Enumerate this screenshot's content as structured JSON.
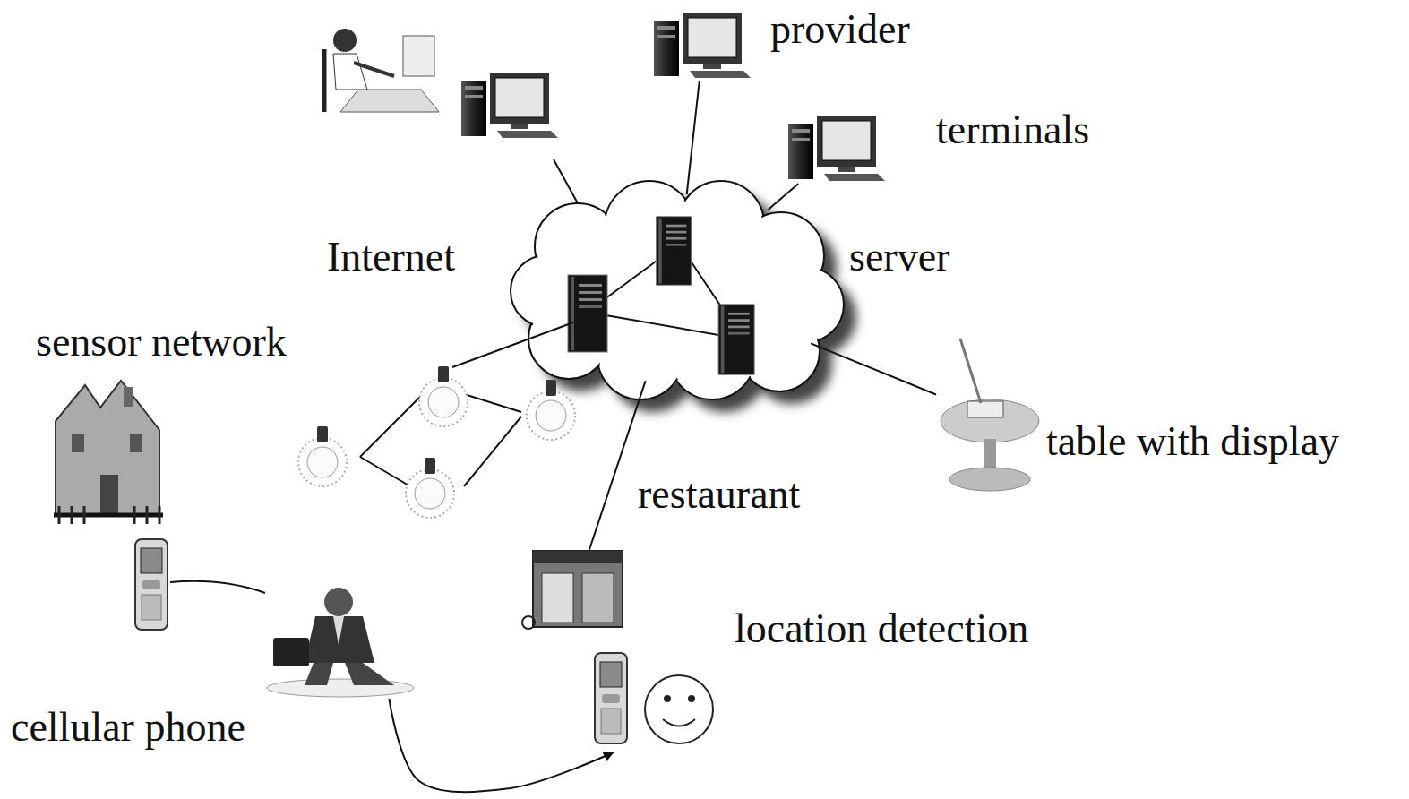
{
  "diagram": {
    "nodes": [
      {
        "text": [
          "provider"
        ]
      },
      {
        "text": [
          "terminals"
        ]
      },
      {
        "text": [
          "Internet",
          "server"
        ]
      },
      {
        "text": [
          "sensor network"
        ]
      },
      {
        "text": [
          "table with display"
        ]
      },
      {
        "text": [
          "restaurant"
        ]
      },
      {
        "text": [
          "location detection"
        ]
      },
      {
        "text": [
          "cellular phone"
        ]
      }
    ],
    "edges": [
      {
        "from": 2,
        "to": 0,
        "arrow": "none"
      },
      {
        "from": 2,
        "to": 1,
        "arrow": "none"
      },
      {
        "from": 2,
        "to": 4,
        "arrow": "none"
      },
      {
        "from": 2,
        "to": 5,
        "arrow": "none"
      },
      {
        "from": 7,
        "to": 6,
        "arrow": "to"
      }
    ]
  }
}
